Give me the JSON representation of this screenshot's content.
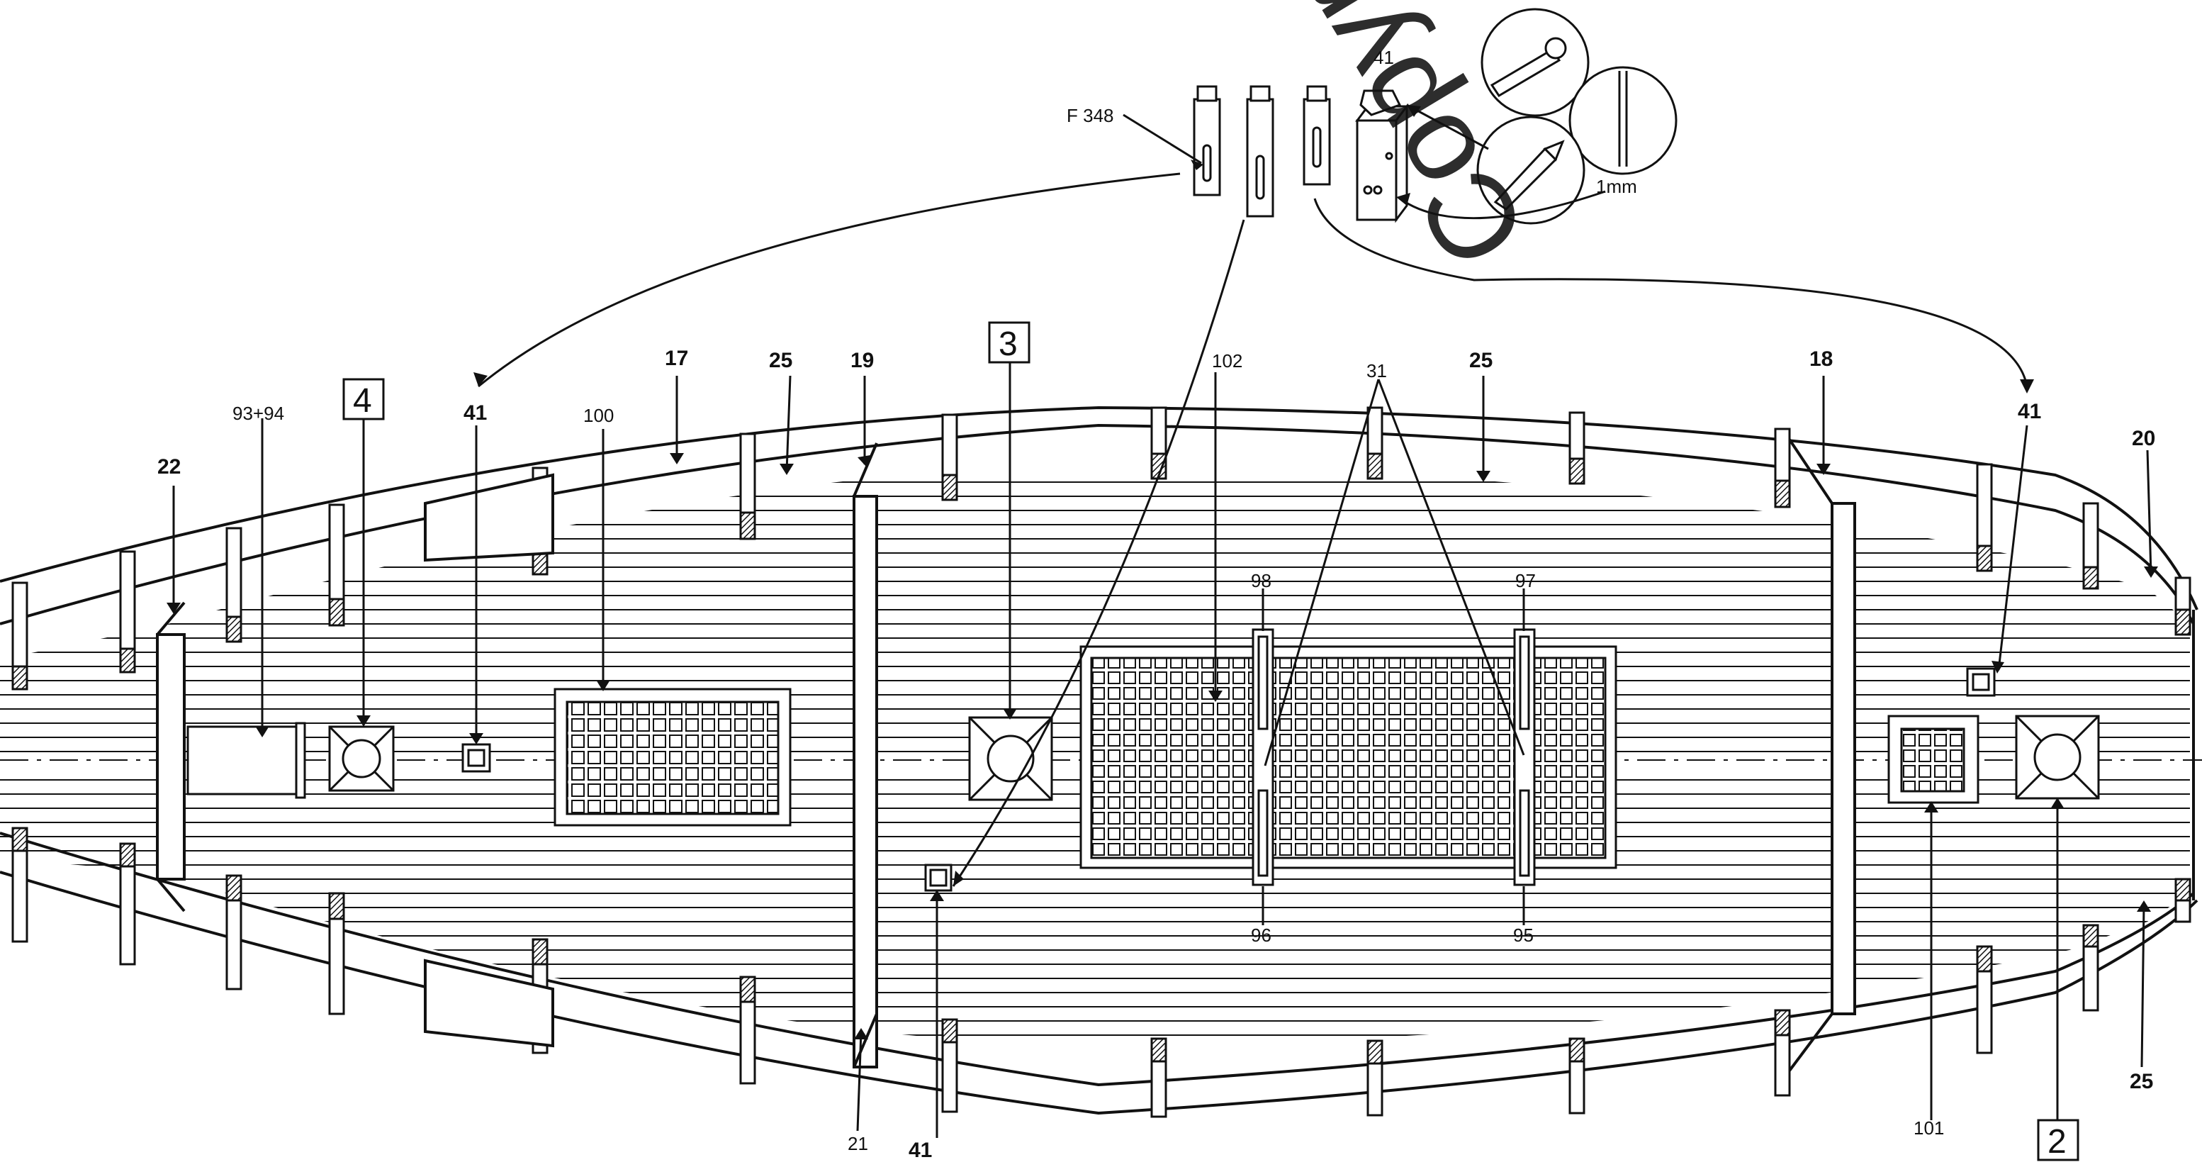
{
  "diagram": {
    "callouts": {
      "part_41_top": "41",
      "part_f348": "F 348",
      "size_1mm": "1mm",
      "part_22": "22",
      "part_93_94": "93+94",
      "step_4": "4",
      "part_41_left": "41",
      "part_100": "100",
      "part_17": "17",
      "part_25_a": "25",
      "part_19": "19",
      "step_3": "3",
      "part_102": "102",
      "part_31": "31",
      "part_25_b": "25",
      "part_18": "18",
      "part_41_right": "41",
      "part_20": "20",
      "part_98": "98",
      "part_97": "97",
      "part_96": "96",
      "part_95": "95",
      "part_21": "21",
      "part_41_bottom": "41",
      "part_101": "101",
      "step_2": "2",
      "part_25_c": "25"
    },
    "watermark": "Copyrightprotected",
    "colors": {
      "ink": "#111111",
      "watermark": "#444444",
      "background": "#ffffff"
    }
  }
}
